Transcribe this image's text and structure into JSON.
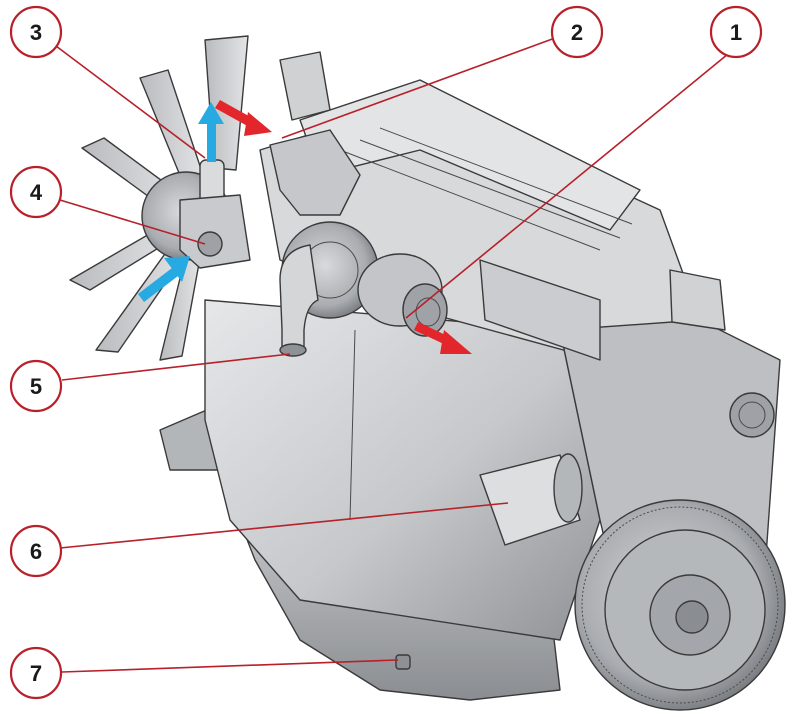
{
  "colors": {
    "callout_stroke": "#b8202a",
    "flow_in": "#27a9e1",
    "flow_exhaust": "#e3262b",
    "engine_body": "#c9cbce",
    "engine_shadow": "#9a9da1",
    "engine_light": "#e4e5e7"
  },
  "callouts": [
    {
      "id": "1",
      "label": "1"
    },
    {
      "id": "2",
      "label": "2"
    },
    {
      "id": "3",
      "label": "3"
    },
    {
      "id": "4",
      "label": "4"
    },
    {
      "id": "5",
      "label": "5"
    },
    {
      "id": "6",
      "label": "6"
    },
    {
      "id": "7",
      "label": "7"
    }
  ],
  "arrows": [
    {
      "id": "air-up",
      "kind": "flow_in"
    },
    {
      "id": "air-in",
      "kind": "flow_in"
    },
    {
      "id": "exhaust-top",
      "kind": "flow_exhaust"
    },
    {
      "id": "exhaust-out",
      "kind": "flow_exhaust"
    }
  ]
}
